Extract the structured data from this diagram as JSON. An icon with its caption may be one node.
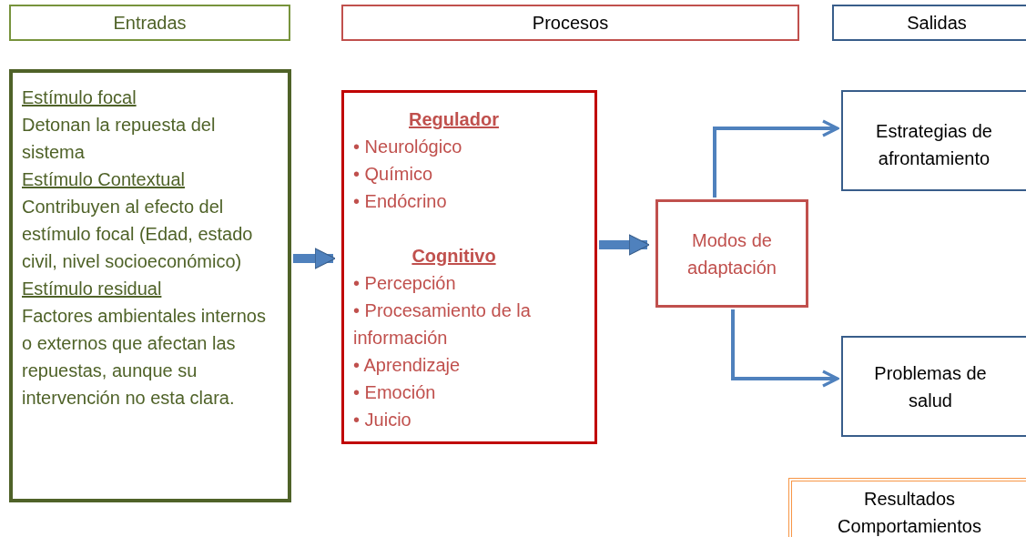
{
  "diagram": {
    "nodes": [
      {
        "text": [
          "Entradas"
        ]
      },
      {
        "text": [
          "Procesos"
        ]
      },
      {
        "text": [
          "Salidas"
        ]
      },
      {
        "text": [
          "Estímulo focal",
          "Detonan la repuesta del sistema",
          "Estímulo  Contextual",
          "Contribuyen al efecto del estímulo focal (Edad, estado civil, nivel socioeconómico)",
          "Estímulo residual",
          "Factores ambientales internos o externos que afectan  las repuestas, aunque su intervención no esta clara."
        ]
      },
      {
        "text": [
          "Regulador",
          "• Neurológico",
          "• Químico",
          "• Endócrino",
          "Cognitivo",
          "• Percepción",
          "• Procesamiento de la información",
          "• Aprendizaje",
          "• Emoción",
          "• Juicio"
        ]
      },
      {
        "text": [
          "Modos de adaptación"
        ]
      },
      {
        "text": [
          "Estrategias de afrontamiento"
        ]
      },
      {
        "text": [
          "Problemas de salud"
        ]
      },
      {
        "text": [
          "Resultados Comportamientos"
        ]
      }
    ],
    "edges": [
      {
        "from": 3,
        "to": 4,
        "arrow": "to",
        "style": "thick"
      },
      {
        "from": 4,
        "to": 5,
        "arrow": "to",
        "style": "thick"
      },
      {
        "from": 5,
        "to": 6,
        "arrow": "to"
      },
      {
        "from": 5,
        "to": 7,
        "arrow": "to"
      }
    ]
  }
}
